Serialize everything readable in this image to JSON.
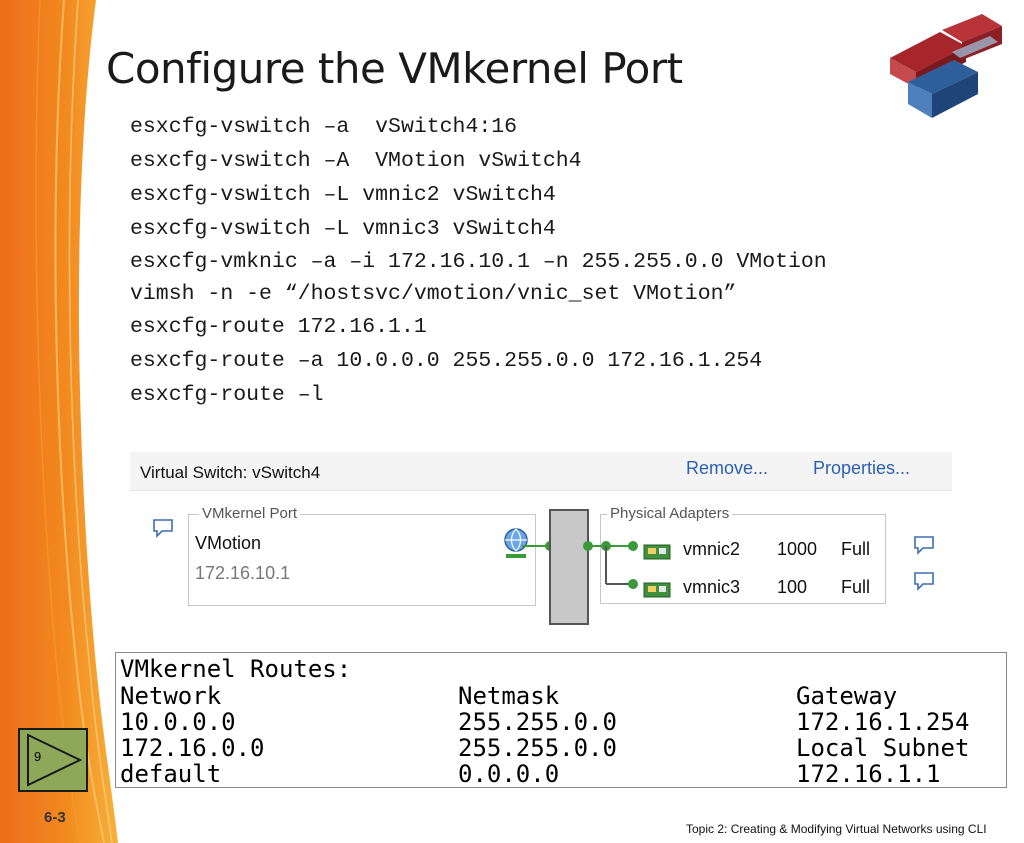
{
  "slide": {
    "title": "Configure the VMkernel Port",
    "number": "9",
    "chapter": "6-3",
    "footer": "Topic 2:  Creating & Modifying Virtual Networks using CLI"
  },
  "commands": [
    "esxcfg-vswitch –a  vSwitch4:16",
    "esxcfg-vswitch –A  VMotion vSwitch4",
    "esxcfg-vswitch –L vmnic2 vSwitch4",
    "esxcfg-vswitch –L vmnic3 vSwitch4",
    "esxcfg-vmknic –a –i 172.16.10.1 –n 255.255.0.0 VMotion",
    "vimsh -n -e “/hostsvc/vmotion/vnic_set VMotion”",
    "esxcfg-route 172.16.1.1",
    "esxcfg-route –a 10.0.0.0 255.255.0.0 172.16.1.254",
    "esxcfg-route –l"
  ],
  "vswitch_panel": {
    "title": "Virtual Switch: vSwitch4",
    "remove_label": "Remove...",
    "properties_label": "Properties...",
    "vmkernel_group": {
      "legend": "VMkernel Port",
      "name": "VMotion",
      "ip": "172.16.10.1"
    },
    "physical_group": {
      "legend": "Physical Adapters",
      "adapters": [
        {
          "name": "vmnic2",
          "speed": "1000",
          "duplex": "Full"
        },
        {
          "name": "vmnic3",
          "speed": "100",
          "duplex": "Full"
        }
      ]
    }
  },
  "routes": {
    "heading": "VMkernel Routes:",
    "headers": [
      "Network",
      "Netmask",
      "Gateway"
    ],
    "rows": [
      [
        "10.0.0.0",
        "255.255.0.0",
        "172.16.1.254"
      ],
      [
        "172.16.0.0",
        "255.255.0.0",
        "Local Subnet"
      ],
      [
        "default",
        "0.0.0.0",
        "172.16.1.1"
      ]
    ]
  },
  "colors": {
    "strip_orange": "#f07a1e",
    "strip_yellow": "#f6b43a",
    "link_blue": "#2b5fb3",
    "wire_green": "#3a9a3a",
    "slide_box_green": "#8ea85a"
  }
}
